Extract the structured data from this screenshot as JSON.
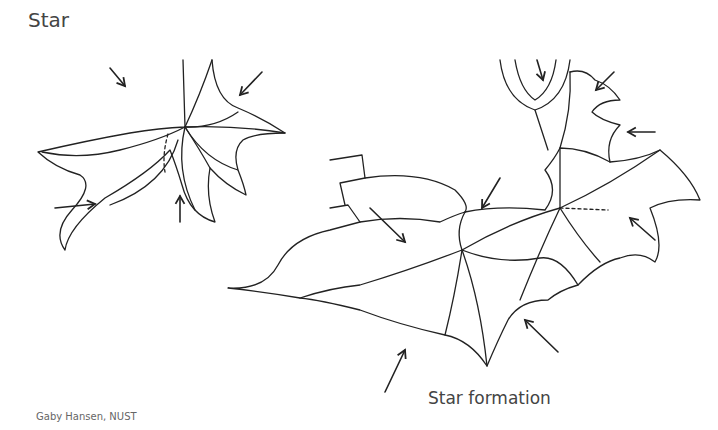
{
  "diagram": {
    "labels": [
      "Star",
      "Star formation",
      "Gaby Hansen, NUST"
    ]
  }
}
